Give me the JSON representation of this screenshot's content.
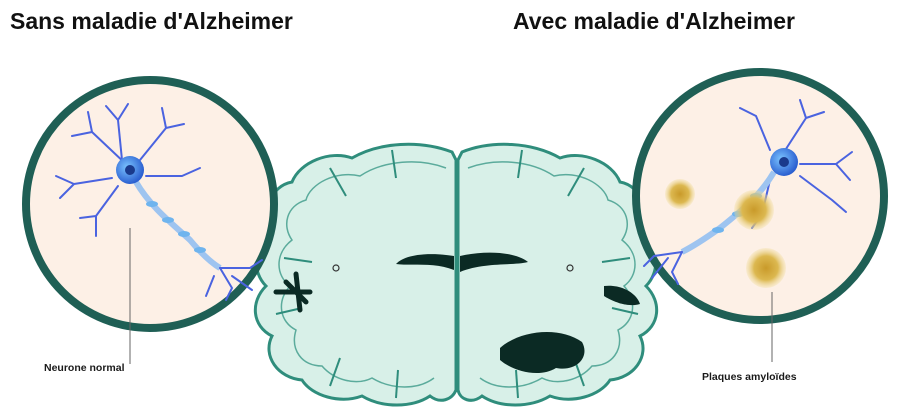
{
  "titles": {
    "left": "Sans maladie d'Alzheimer",
    "right": "Avec maladie d'Alzheimer"
  },
  "labels": {
    "left": "Neurone normal",
    "right": "Plaques amyloïdes"
  },
  "colors": {
    "circle_border": "#1f5f55",
    "circle_fill": "#fdf0e6",
    "brain_fill": "#d8f0e8",
    "brain_outline": "#2f8d7c",
    "neuron_blue": "#4a63e0",
    "neuron_body": "#2f7fd0",
    "plaque": "#d9b44a",
    "ventricle": "#0b2a24"
  },
  "icons": {
    "left": "healthy-neuron-icon",
    "right": "neuron-with-plaques-icon",
    "center": "brain-cross-section-icon"
  }
}
